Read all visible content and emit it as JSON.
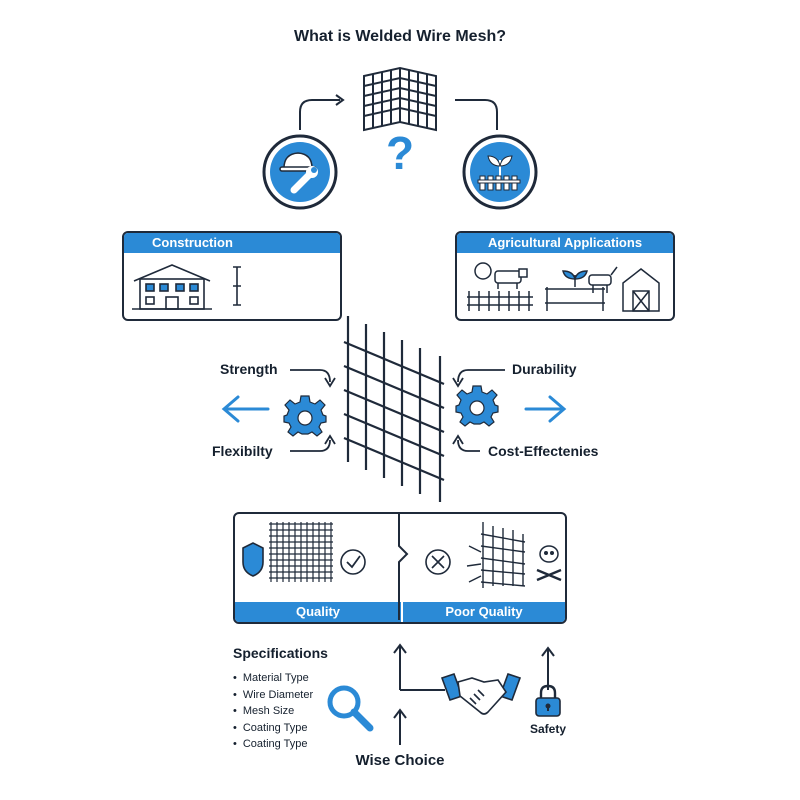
{
  "title": "What is Welded Wire Mesh?",
  "top": {
    "question_mark": "?"
  },
  "panels": {
    "construction": "Construction",
    "agricultural": "Agricultural Applications"
  },
  "properties": {
    "strength": "Strength",
    "flexibility": "Flexibilty",
    "durability": "Durability",
    "cost": "Cost-Effectenies"
  },
  "comparison": {
    "quality": "Quality",
    "poor_quality": "Poor Quality"
  },
  "specifications": {
    "title": "Specifications",
    "items": [
      "Material Type",
      "Wire Diameter",
      "Mesh Size",
      "Coating Type",
      "Coating Type"
    ]
  },
  "bottom": {
    "safety": "Safety",
    "wise_choice": "Wise Choice"
  },
  "colors": {
    "accent": "#2b8ad6",
    "ink": "#1f2a3a"
  }
}
